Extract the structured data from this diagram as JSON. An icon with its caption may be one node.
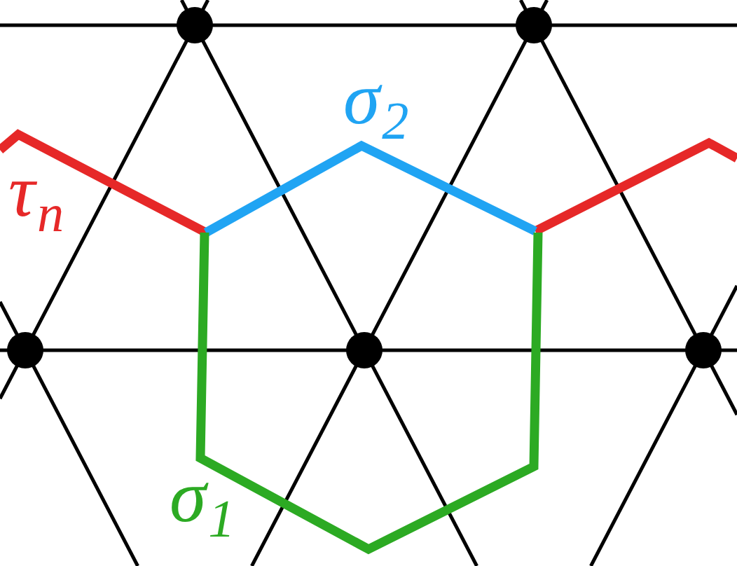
{
  "diagram": {
    "labels": [
      "σ$_{2}$",
      "τ$_{n}$",
      "σ$_{1}$"
    ]
  }
}
